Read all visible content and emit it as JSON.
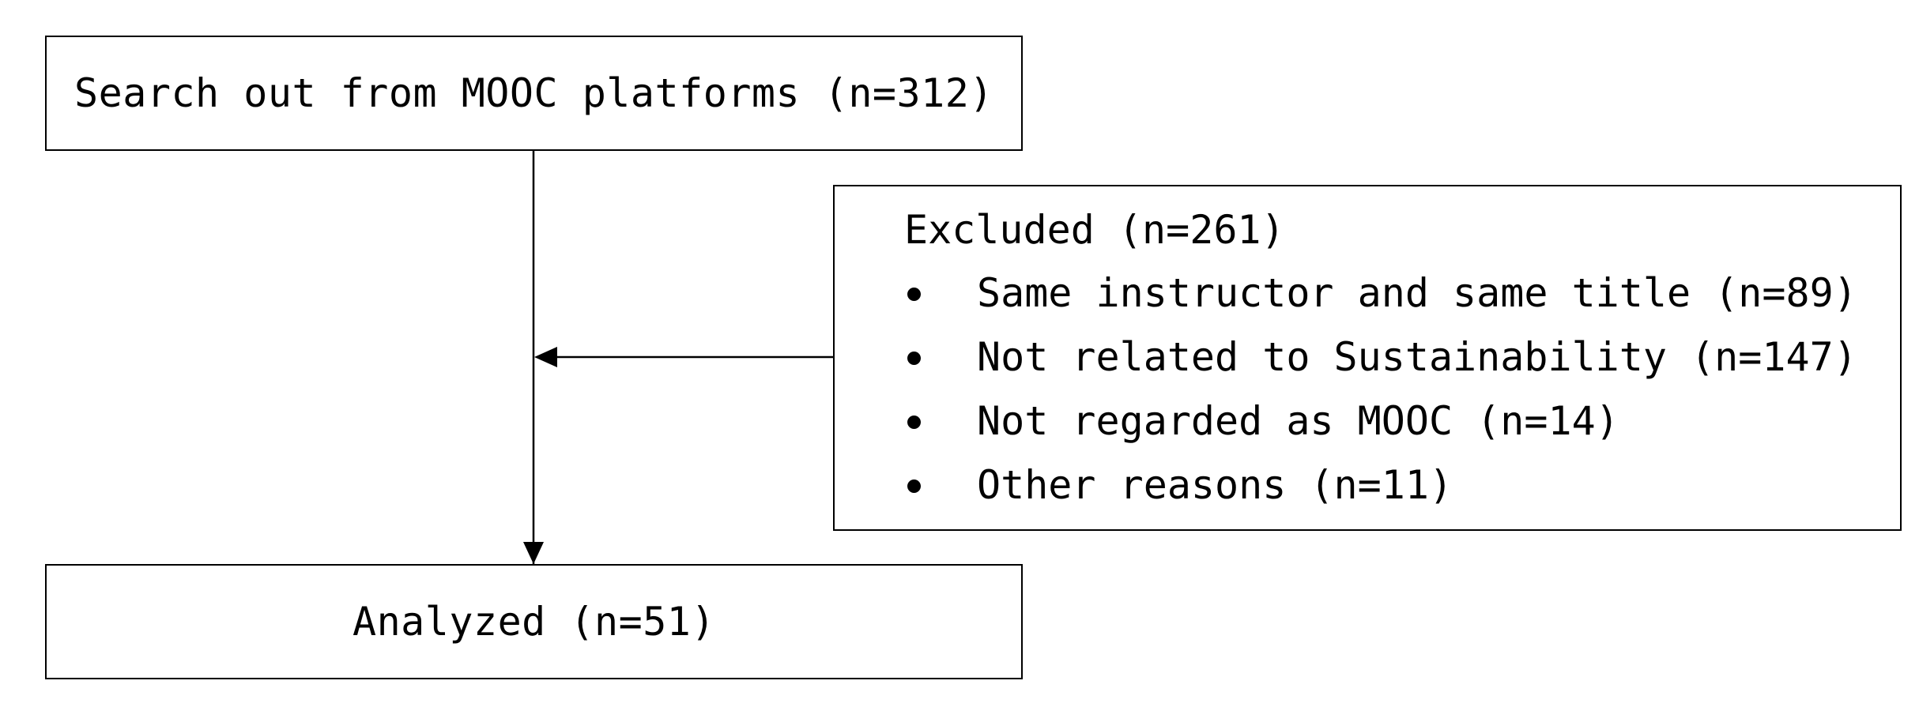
{
  "nodes": {
    "search": {
      "label": "Search out from MOOC platforms (n=312)"
    },
    "excluded": {
      "title": "Excluded (n=261)",
      "reasons": [
        "Same instructor and same title (n=89)",
        "Not related to Sustainability (n=147)",
        "Not regarded as MOOC (n=14)",
        "Other reasons (n=11)"
      ]
    },
    "analyzed": {
      "label": "Analyzed (n=51)"
    }
  },
  "edges": [
    {
      "from": "search",
      "to": "analyzed"
    },
    {
      "from": "excluded",
      "to": "search-analyzed-line"
    }
  ],
  "colors": {
    "stroke": "#000000",
    "background": "#ffffff"
  }
}
